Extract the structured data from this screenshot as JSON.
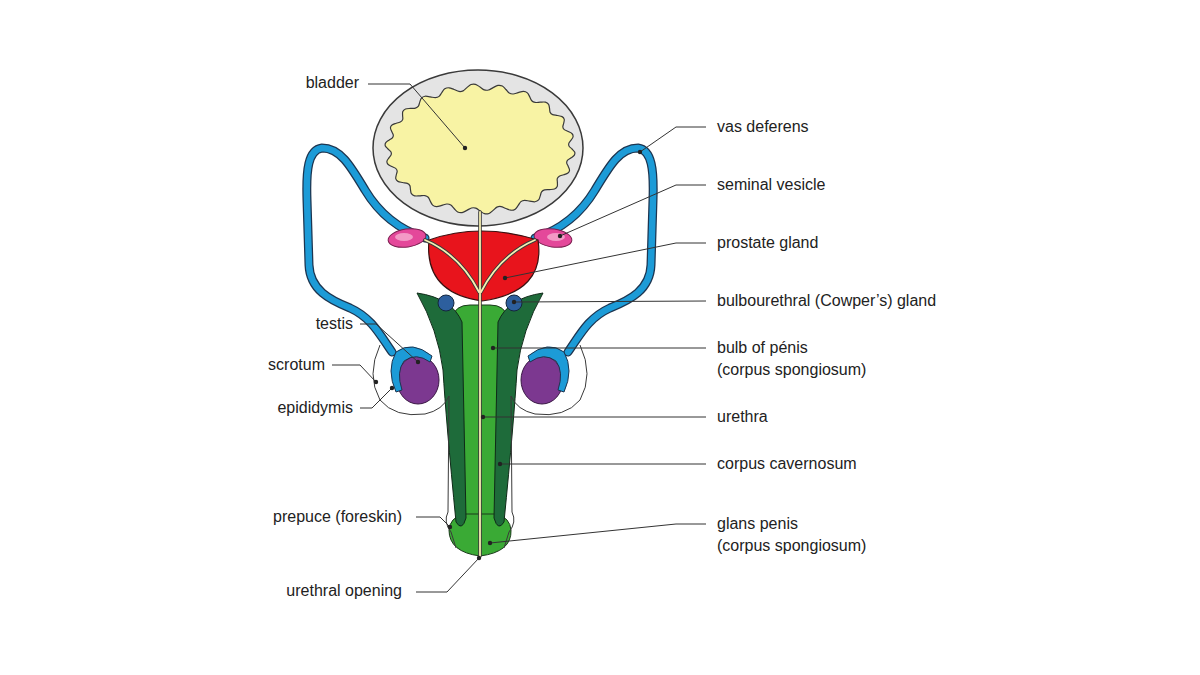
{
  "diagram": {
    "labels": [
      "bladder",
      "vas deferens",
      "seminal vesicle",
      "prostate gland",
      "bulbourethral (Cowper’s) gland",
      "testis",
      "bulb of pénis (corpus spongiosum)",
      "scrotum",
      "epididymis",
      "urethra",
      "corpus cavernosum",
      "prepuce (foreskin)",
      "glans penis (corpus spongiosum)",
      "urethral opening"
    ]
  }
}
